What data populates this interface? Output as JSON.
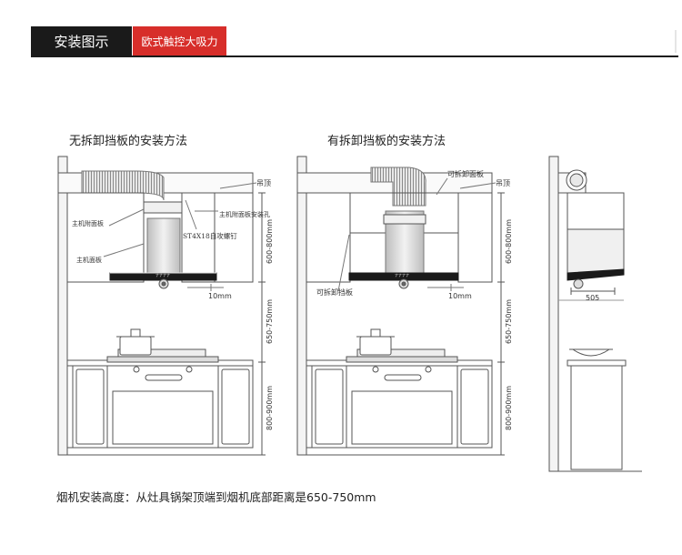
{
  "header": {
    "title": "安装图示",
    "subtitle": "欧式触控大吸力"
  },
  "sections": {
    "left_title": "无拆卸挡板的安装方法",
    "middle_title": "有拆卸挡板的安装方法"
  },
  "labels": {
    "ceiling": "吊顶",
    "ceiling_mid": "吊顶",
    "main_attach_panel": "主机附面板",
    "main_panel": "主机面板",
    "attach_panel_holes": "主机附面板安装孔",
    "screw": "ST4X18自攻螺钉",
    "removable_face_panel": "可拆卸面板",
    "removable_baffle": "可拆卸挡板",
    "gap_left": "10mm",
    "gap_mid": "10mm",
    "dim_600_800": "600-800mm",
    "dim_650_750": "650-750mm",
    "dim_800_900": "800-900mm",
    "dim_600_800_mid": "600-800mm",
    "dim_650_750_mid": "650-750mm",
    "dim_800_900_mid": "800-900mm",
    "dim_505": "505",
    "hood_brand": "ナナナナ",
    "hood_brand_mid": "ナナナナ"
  },
  "footer": {
    "note": "烟机安装高度：从灶具锅架顶端到烟机底部距离是650-750mm"
  }
}
